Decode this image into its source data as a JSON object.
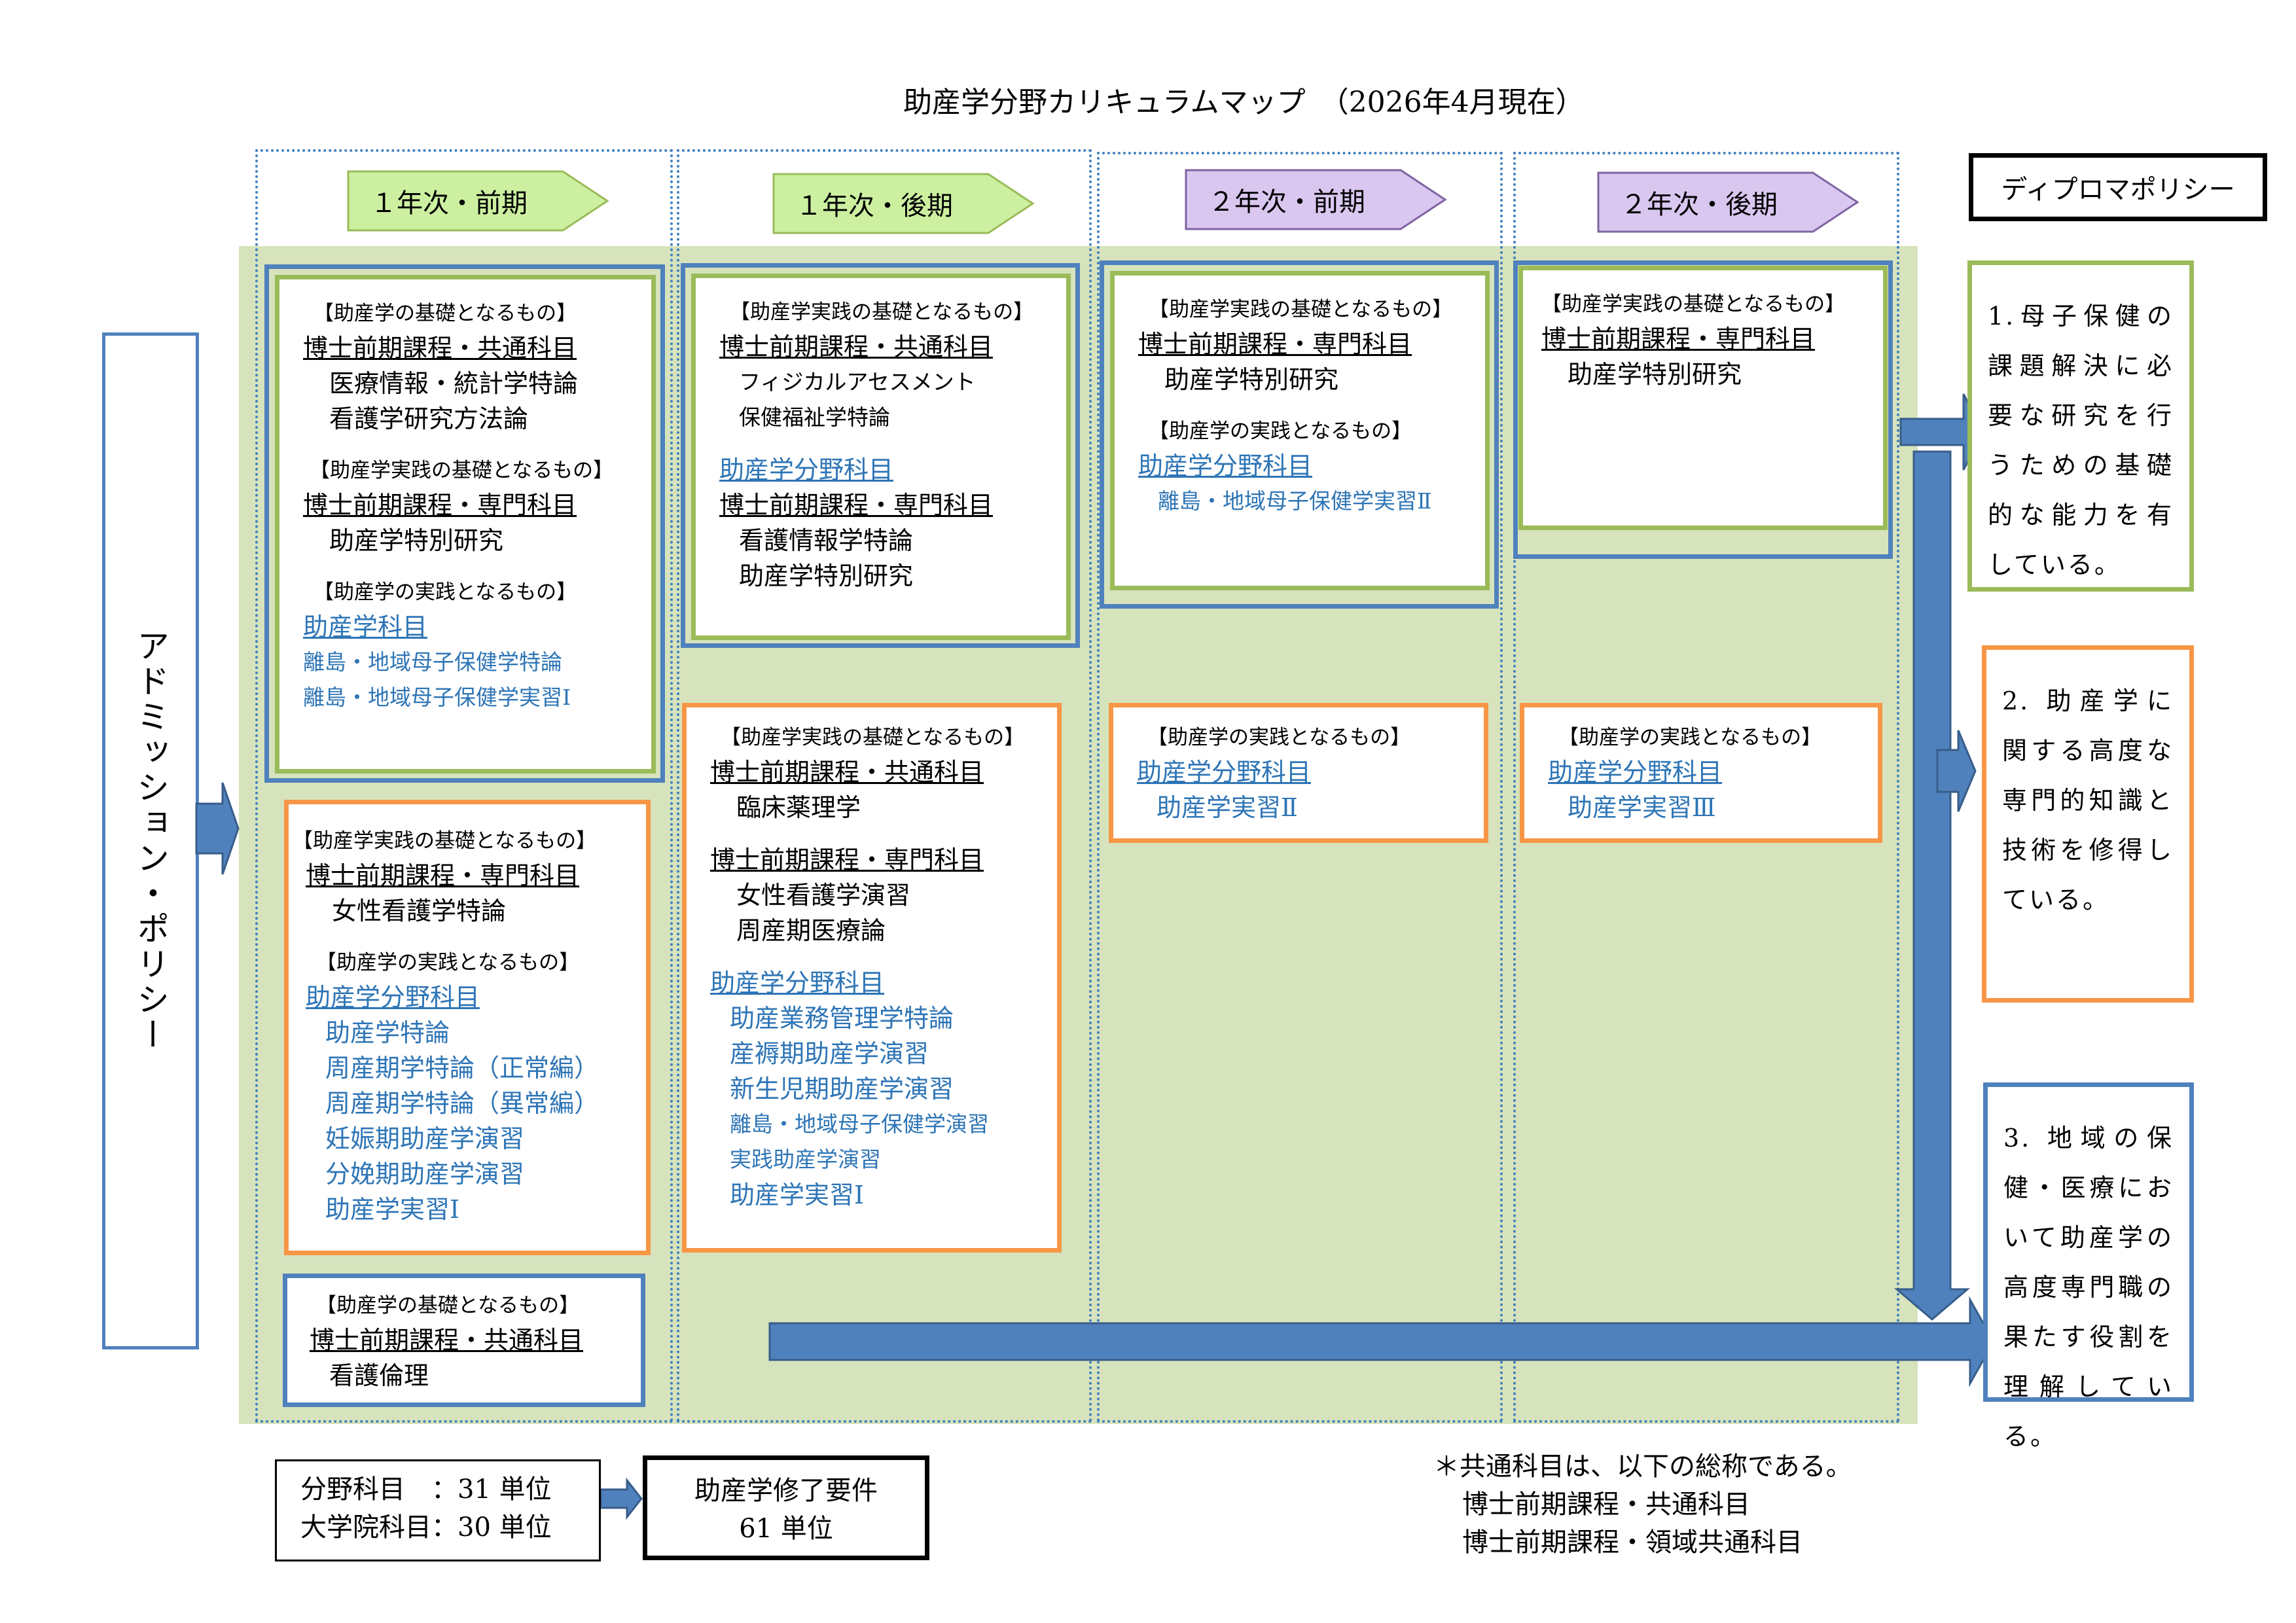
{
  "title": "助産学分野カリキュラムマップ　（2026年4月現在）",
  "columns": [
    {
      "label": "１年次・前期",
      "color": "#ccf0a0"
    },
    {
      "label": "１年次・後期",
      "color": "#ccf0a0"
    },
    {
      "label": "２年次・前期",
      "color": "#d9c7f0"
    },
    {
      "label": "２年次・後期",
      "color": "#d9c7f0"
    }
  ],
  "diploma_policy": "ディプロマポリシー",
  "admission_policy": "アドミッション・ポリシー",
  "c1": {
    "box1": {
      "cat1": "【助産学の基礎となるもの】",
      "h1": "博士前期課程・共通科目",
      "items1": [
        "医療情報・統計学特論",
        "看護学研究方法論"
      ],
      "cat2": "【助産学実践の基礎となるもの】",
      "h2": "博士前期課程・専門科目",
      "items2": [
        "助産学特別研究"
      ],
      "cat3": "【助産学の実践となるもの】",
      "h3": "助産学科目",
      "items3": [
        "離島・地域母子保健学特論",
        "離島・地域母子保健学実習Ⅰ"
      ]
    },
    "box2": {
      "cat1": "【助産学実践の基礎となるもの】",
      "h1": "博士前期課程・専門科目",
      "items1": [
        "女性看護学特論"
      ],
      "cat2": "【助産学の実践となるもの】",
      "h2": "助産学分野科目",
      "items2": [
        "助産学特論",
        "周産期学特論（正常編）",
        "周産期学特論（異常編）",
        "妊娠期助産学演習",
        "分娩期助産学演習",
        "助産学実習Ⅰ"
      ]
    },
    "box3": {
      "cat1": "【助産学の基礎となるもの】",
      "h1": "博士前期課程・共通科目",
      "items1": [
        "看護倫理"
      ]
    }
  },
  "c2": {
    "box1": {
      "cat1": "【助産学実践の基礎となるもの】",
      "h1": "博士前期課程・共通科目",
      "items1": [
        "フィジカルアセスメント",
        "保健福祉学特論"
      ],
      "h2": "助産学分野科目",
      "h3": "博士前期課程・専門科目",
      "items3": [
        "看護情報学特論",
        "助産学特別研究"
      ]
    },
    "box2": {
      "cat1": "【助産学実践の基礎となるもの】",
      "h1": "博士前期課程・共通科目",
      "items1": [
        "臨床薬理学"
      ],
      "h2": "博士前期課程・専門科目",
      "items2": [
        "女性看護学演習",
        "周産期医療論"
      ],
      "h3": "助産学分野科目",
      "items3": [
        "助産業務管理学特論",
        "産褥期助産学演習",
        "新生児期助産学演習",
        "離島・地域母子保健学演習",
        "実践助産学演習",
        "助産学実習Ⅰ"
      ]
    }
  },
  "c3": {
    "box1": {
      "cat1": "【助産学実践の基礎となるもの】",
      "h1": "博士前期課程・専門科目",
      "items1": [
        "助産学特別研究"
      ],
      "cat2": "【助産学の実践となるもの】",
      "h2": "助産学分野科目",
      "items2": [
        "離島・地域母子保健学実習Ⅱ"
      ]
    },
    "box2": {
      "cat1": "【助産学の実践となるもの】",
      "h1": "助産学分野科目",
      "items1": [
        "助産学実習Ⅱ"
      ]
    }
  },
  "c4": {
    "box1": {
      "cat1": "【助産学実践の基礎となるもの】",
      "h1": "博士前期課程・専門科目",
      "items1": [
        "助産学特別研究"
      ]
    },
    "box2": {
      "cat1": "【助産学の実践となるもの】",
      "h1": "助産学分野科目",
      "items1": [
        "助産学実習Ⅲ"
      ]
    }
  },
  "goals": [
    {
      "text": "1.母子保健の課題解決に必要な研究を行うための基礎的な能力を有している。",
      "border": "#9bbb59"
    },
    {
      "text": "2. 助産学に関する高度な専門的知識と技術を修得している。",
      "border": "#f79646"
    },
    {
      "text": "3. 地域の保健・医療において助産学の高度専門職の果たす役割を理解している。",
      "border": "#4f81bd"
    }
  ],
  "credits": {
    "line1": "分野科目　：31 単位",
    "line2": "大学院科目：30 単位"
  },
  "requirement": {
    "line1": "助産学修了要件",
    "line2": "61 単位"
  },
  "note": {
    "line1": "＊共通科目は、以下の総称である。",
    "line2": "博士前期課程・共通科目",
    "line3": "博士前期課程・領域共通科目"
  },
  "colors": {
    "arrow": "#4f81bd",
    "bg": "#d6e3bc"
  }
}
